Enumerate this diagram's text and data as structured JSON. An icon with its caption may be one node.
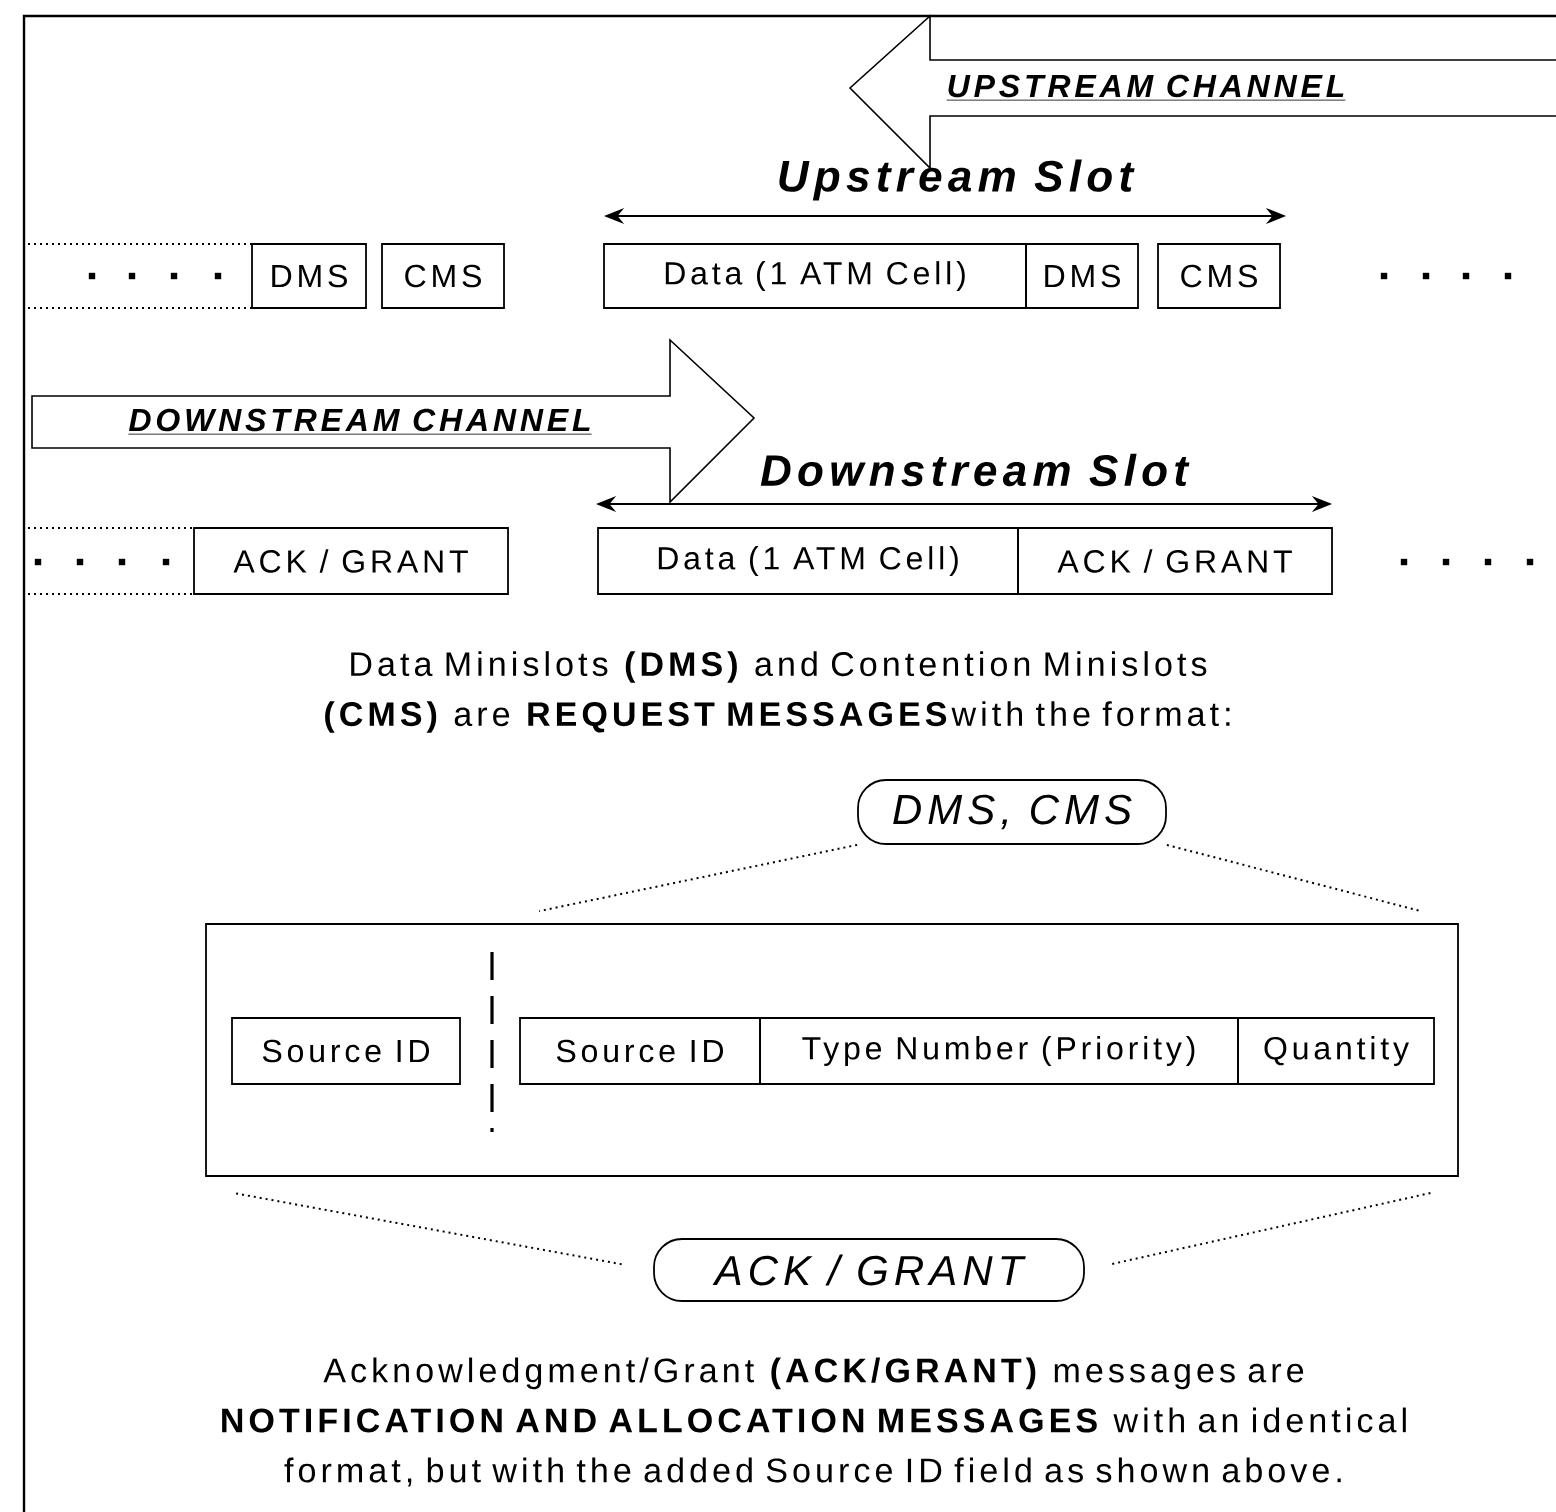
{
  "diagram": {
    "nodes": [
      {
        "text": [
          "UPSTREAM CHANNEL"
        ]
      },
      {
        "text": [
          "DMS"
        ]
      },
      {
        "text": [
          "CMS"
        ]
      },
      {
        "text": [
          "Data (1 ATM Cell)"
        ]
      },
      {
        "text": [
          "DMS"
        ]
      },
      {
        "text": [
          "CMS"
        ]
      },
      {
        "text": [
          "DOWNSTREAM CHANNEL"
        ]
      },
      {
        "text": [
          "ACK / GRANT"
        ]
      },
      {
        "text": [
          "Data (1 ATM Cell)"
        ]
      },
      {
        "text": [
          "ACK / GRANT"
        ]
      },
      {
        "text": [
          "DMS, CMS"
        ]
      },
      {
        "text": [],
        "shape": "box"
      },
      {
        "text": [
          "Source ID"
        ],
        "in": 11
      },
      {
        "text": [
          "Source ID"
        ],
        "in": 11
      },
      {
        "text": [
          "Type Number (Priority)"
        ],
        "in": 11
      },
      {
        "text": [
          "Quantity"
        ],
        "in": 11
      },
      {
        "text": [
          "ACK / GRANT"
        ]
      }
    ],
    "edges": [
      {
        "from": 10,
        "to": 11,
        "arrow": "none",
        "style": "dashed"
      },
      {
        "from": 10,
        "to": 11,
        "arrow": "none",
        "style": "dashed"
      },
      {
        "from": 16,
        "to": 11,
        "arrow": "none",
        "style": "dashed"
      },
      {
        "from": 16,
        "to": 11,
        "arrow": "none",
        "style": "dashed"
      }
    ],
    "labels": [
      "Upstream Slot",
      "Downstream Slot",
      "Data Minislots **(DMS)** and Contention Minislots **(CMS)** are **REQUEST MESSAGES**with the format:",
      "Acknowledgment/Grant **(ACK/GRANT)** messages are **NOTIFICATION AND ALLOCATION MESSAGES** with an identical format, but with the added Source ID field as shown above."
    ]
  }
}
